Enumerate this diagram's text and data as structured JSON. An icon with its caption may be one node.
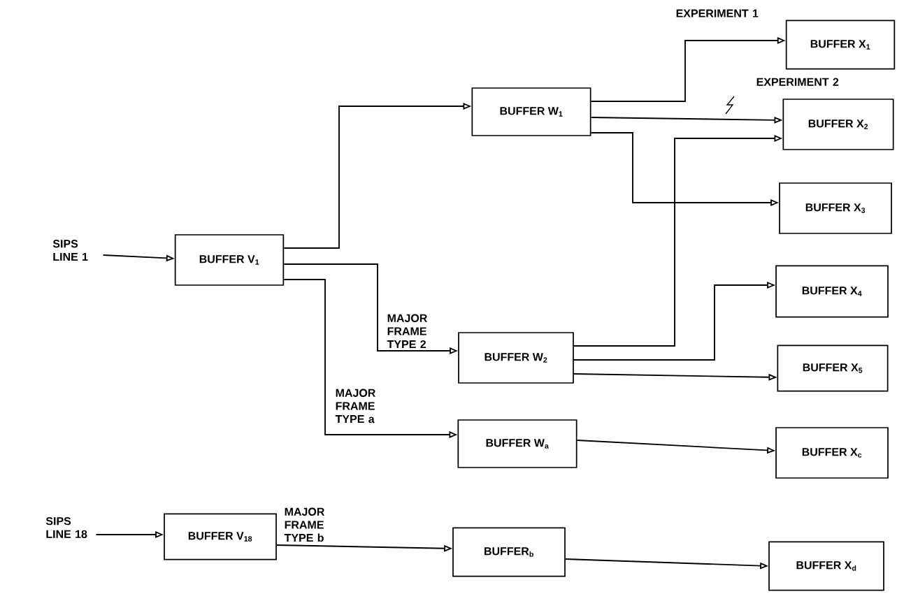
{
  "diagram": {
    "nodes": [
      {
        "text": [
          "SIPS LINE 1"
        ]
      },
      {
        "text": [
          "BUFFER V$_{1}$"
        ]
      },
      {
        "text": [
          "BUFFER W$_{1}$"
        ]
      },
      {
        "text": [
          "BUFFER W$_{2}$"
        ]
      },
      {
        "text": [
          "BUFFER W$_{a}$"
        ]
      },
      {
        "text": [
          "BUFFER X$_{1}$"
        ]
      },
      {
        "text": [
          "BUFFER X$_{2}$"
        ]
      },
      {
        "text": [
          "BUFFER X$_{3}$"
        ]
      },
      {
        "text": [
          "BUFFER X$_{4}$"
        ]
      },
      {
        "text": [
          "BUFFER X$_{5}$"
        ]
      },
      {
        "text": [
          "BUFFER X$_{c}$"
        ]
      },
      {
        "text": [
          "SIPS LINE 18"
        ]
      },
      {
        "text": [
          "BUFFER V$_{18}$"
        ]
      },
      {
        "text": [
          "BUFFER$_{b}$"
        ]
      },
      {
        "text": [
          "BUFFER X$_{d}$"
        ]
      }
    ],
    "edges": [
      {
        "from": 0,
        "to": 1,
        "arrow": "to"
      },
      {
        "from": 1,
        "to": 2,
        "arrow": "to"
      },
      {
        "from": 1,
        "to": 3,
        "arrow": "to",
        "label": "MAJOR FRAME TYPE 2"
      },
      {
        "from": 1,
        "to": 4,
        "arrow": "to",
        "label": "MAJOR FRAME TYPE a"
      },
      {
        "from": 2,
        "to": 5,
        "arrow": "to",
        "label": "EXPERIMENT 1"
      },
      {
        "from": 2,
        "to": 6,
        "arrow": "to",
        "label": "EXPERIMENT 2"
      },
      {
        "from": 2,
        "to": 7,
        "arrow": "to"
      },
      {
        "from": 3,
        "to": 6,
        "arrow": "to"
      },
      {
        "from": 3,
        "to": 8,
        "arrow": "to"
      },
      {
        "from": 3,
        "to": 9,
        "arrow": "to"
      },
      {
        "from": 4,
        "to": 10,
        "arrow": "to"
      },
      {
        "from": 11,
        "to": 12,
        "arrow": "to"
      },
      {
        "from": 12,
        "to": 13,
        "arrow": "to",
        "label": "MAJOR FRAME TYPE b"
      },
      {
        "from": 13,
        "to": 14,
        "arrow": "to"
      }
    ]
  }
}
